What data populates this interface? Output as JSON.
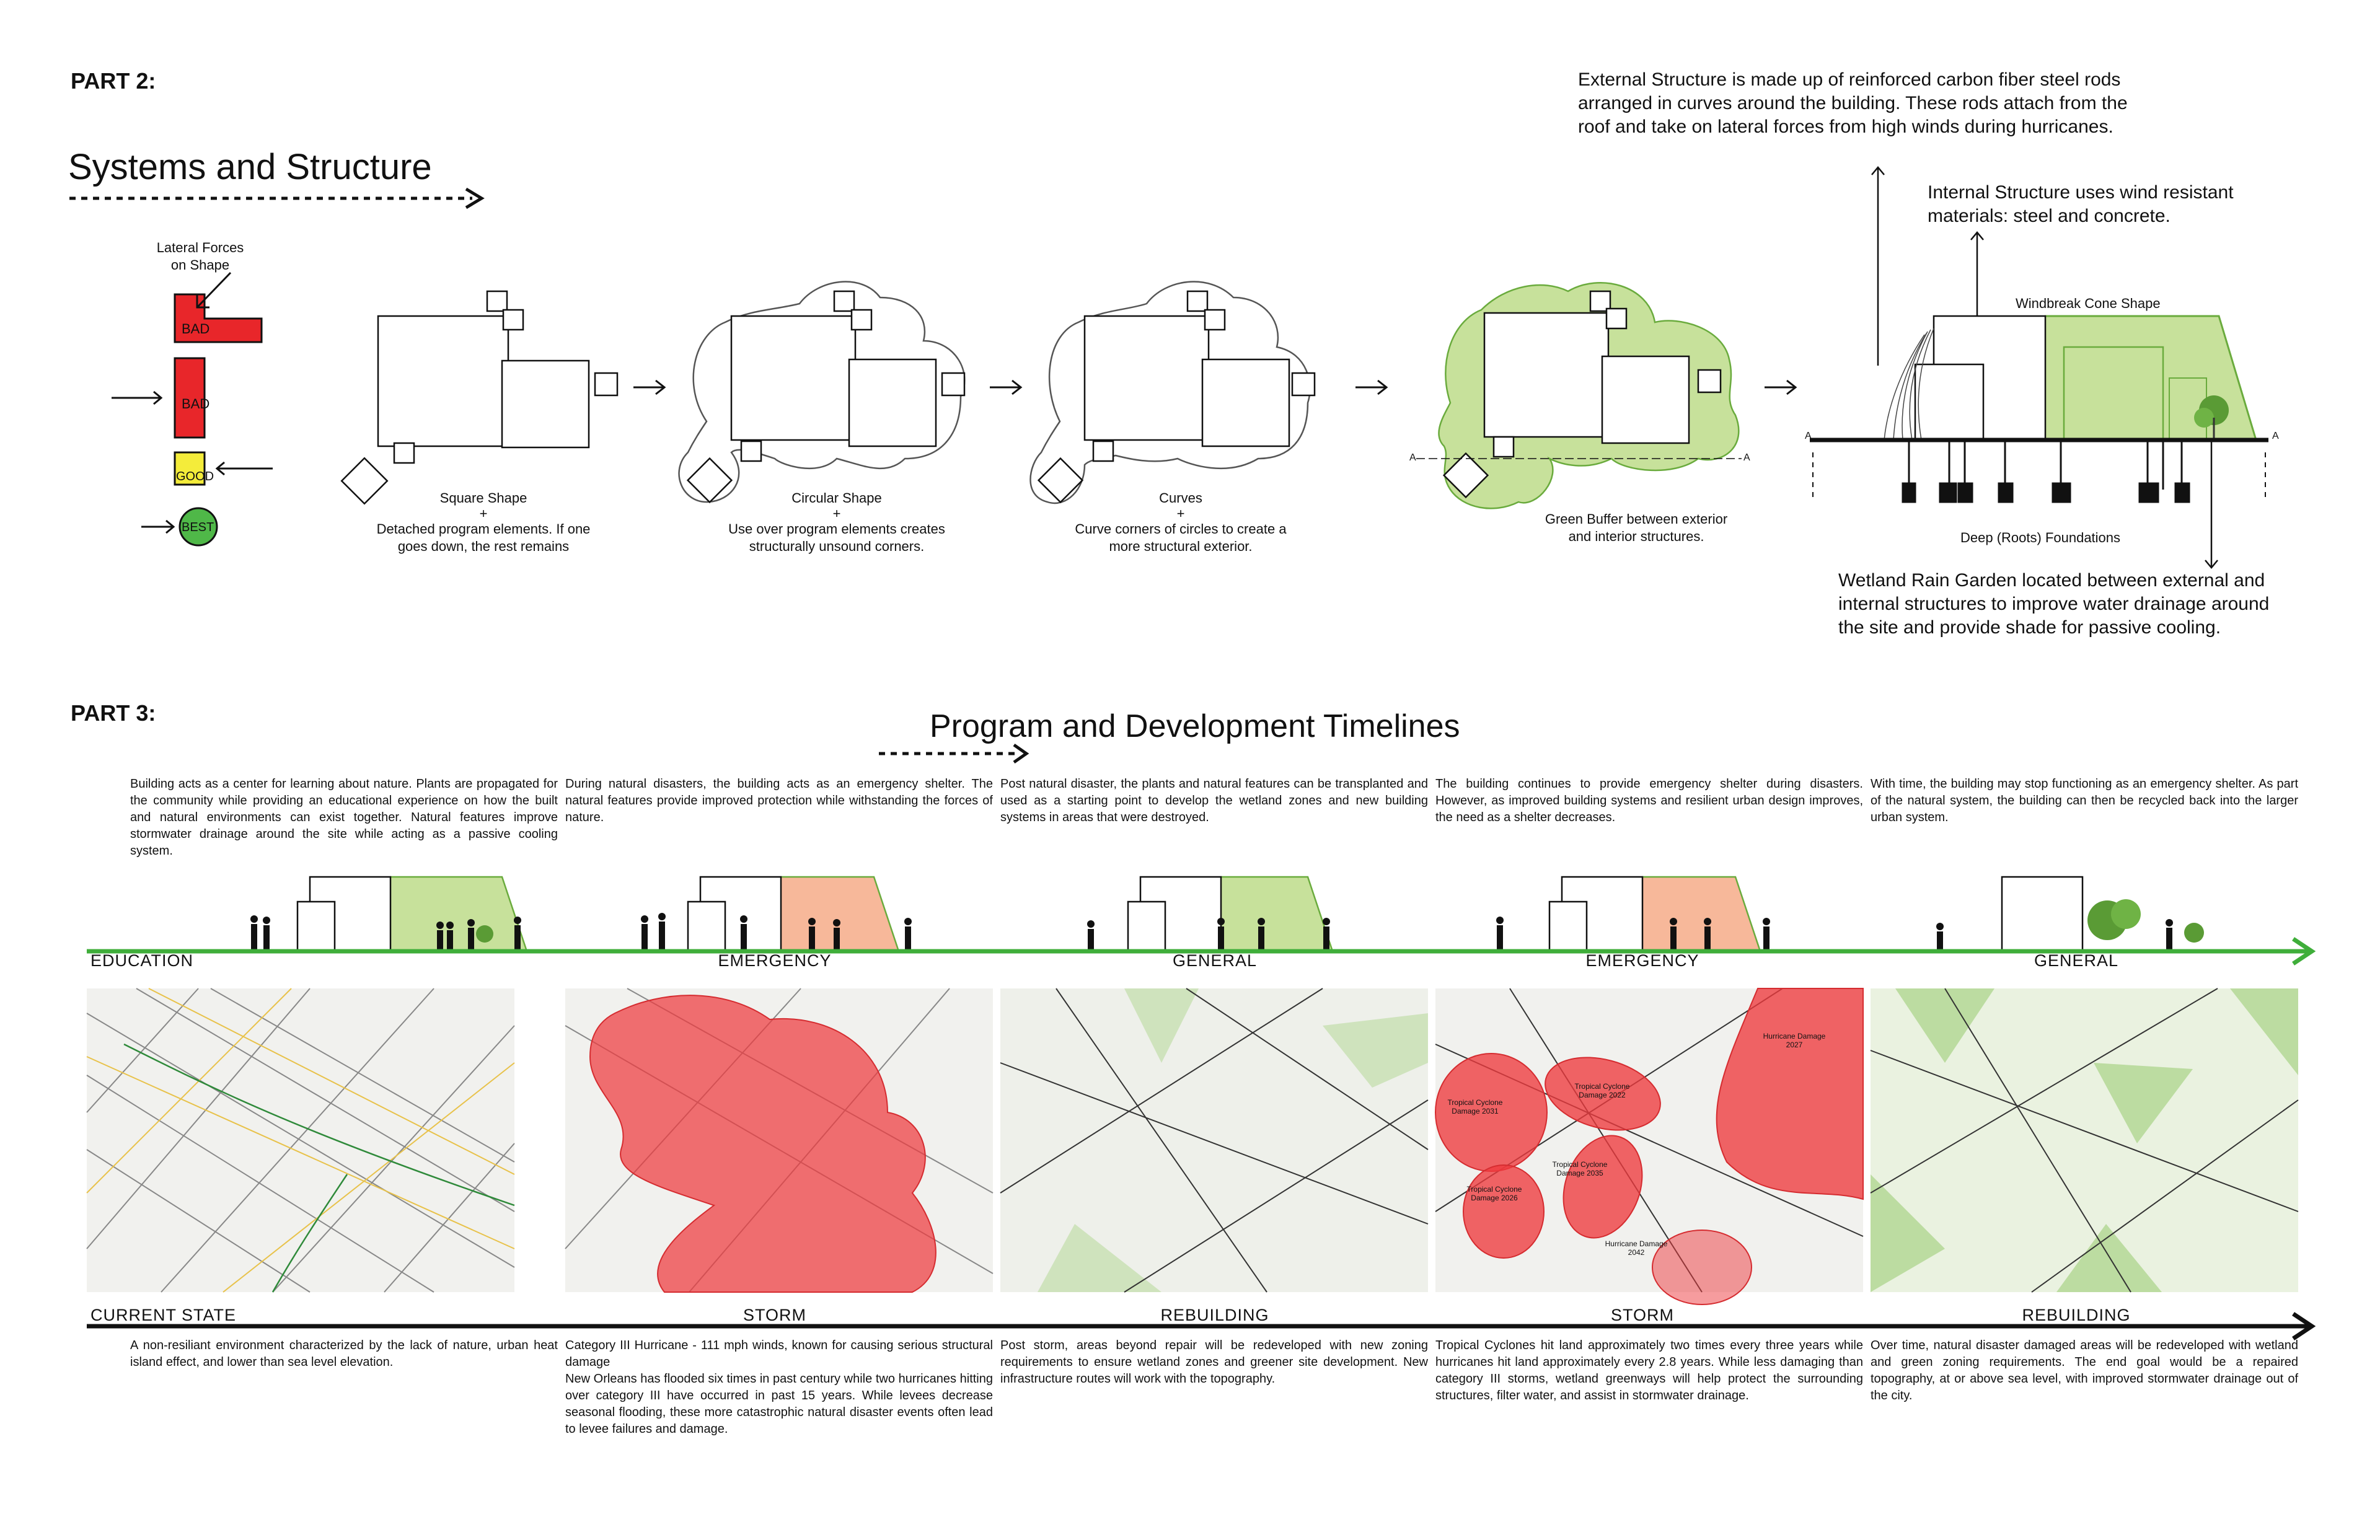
{
  "part2": {
    "heading": "PART 2:",
    "title": "Systems and Structure",
    "lateral": {
      "title": "Lateral Forces\non Shape",
      "labels": [
        "BAD",
        "BAD",
        "GOOD",
        "BEST"
      ],
      "colors": {
        "bad": "#e8262a",
        "good": "#f4ec3a",
        "best": "#4fb848"
      }
    },
    "steps": [
      {
        "title": "Square Shape",
        "plus": "+",
        "desc": "Detached program elements. If one\ngoes down, the rest remains"
      },
      {
        "title": "Circular Shape",
        "plus": "+",
        "desc": "Use over program elements creates\nstructurally unsound corners."
      },
      {
        "title": "Curves",
        "plus": "+",
        "desc": "Curve corners of circles to create a\nmore structural exterior."
      },
      {
        "title": "",
        "plus": "",
        "desc": "Green Buffer between exterior\nand interior structures."
      }
    ],
    "section_marker": "A",
    "section": {
      "windbreak": "Windbreak Cone Shape",
      "foundations": "Deep (Roots) Foundations"
    },
    "notes": {
      "external": "External Structure is made up of reinforced carbon fiber steel rods\narranged in curves around the building. These rods attach from the\nroof and take on lateral forces from high winds during hurricanes.",
      "internal": "Internal Structure uses wind resistant\nmaterials: steel and concrete.",
      "wetland": "Wetland Rain Garden located between external and\ninternal structures to improve water drainage around\nthe site and provide shade for passive cooling."
    }
  },
  "part3": {
    "heading": "PART 3:",
    "title": "Program and Development Timelines",
    "top_paragraphs": [
      "Building acts as a center for learning about nature. Plants are propagated for the community while providing an educational experience on how the built and natural environments can exist together. Natural features improve stormwater drainage around the site while acting as a passive cooling system.",
      "During natural disasters, the building acts as an emergency shelter. The natural features provide improved protection while withstanding the forces of nature.",
      "Post natural disaster, the plants and natural features can be transplanted and used as a starting point to develop the wetland zones and new building systems in areas that were destroyed.",
      "The building continues to provide emergency shelter during disasters. However, as improved building systems and resilient urban design improves, the need as a shelter decreases.",
      "With time, the building may stop functioning as an emergency shelter. As part of the natural system, the building can then be recycled back into the larger urban system."
    ],
    "program_labels": [
      "EDUCATION",
      "EMERGENCY",
      "GENERAL",
      "EMERGENCY",
      "GENERAL"
    ],
    "state_labels": [
      "CURRENT STATE",
      "STORM",
      "REBUILDING",
      "STORM",
      "REBUILDING"
    ],
    "damage_labels": [
      "Tropical Cyclone\nDamage 2031",
      "Tropical Cyclone\nDamage 2022",
      "Hurricane Damage\n2027",
      "Tropical Cyclone\nDamage 2035",
      "Tropical Cyclone\nDamage 2026",
      "Hurricane Damage\n2042"
    ],
    "bottom_paragraphs": [
      "A non-resiliant environment characterized by the lack of nature, urban heat island effect, and lower than sea level elevation.",
      "Category III Hurricane - 111 mph winds, known for causing serious structural damage\nNew Orleans has flooded six times in past century while two hurricanes hitting over category III have occurred in past 15 years. While levees decrease seasonal flooding, these more catastrophic natural disaster events often lead to levee failures and damage.",
      "Post storm, areas beyond repair will be redeveloped with new zoning requirements to ensure wetland zones and greener site development. New infrastructure routes will work with the topography.",
      "Tropical Cyclones hit land approximately two times every three years while hurricanes hit land approximately every 2.8 years. While less damaging than category III storms, wetland greenways will help protect the surrounding structures, filter water, and assist in stormwater drainage.",
      "Over time, natural disaster damaged areas will be redeveloped with wetland and green zoning requirements. The end goal would be a repaired topography, at or above sea level, with improved stormwater drainage out of the city."
    ],
    "colors": {
      "green_line": "#3fae3a",
      "storm_red": "#ee3a3e",
      "emergency_fill": "#f7b89a",
      "green_fill": "#c7e19b"
    }
  }
}
